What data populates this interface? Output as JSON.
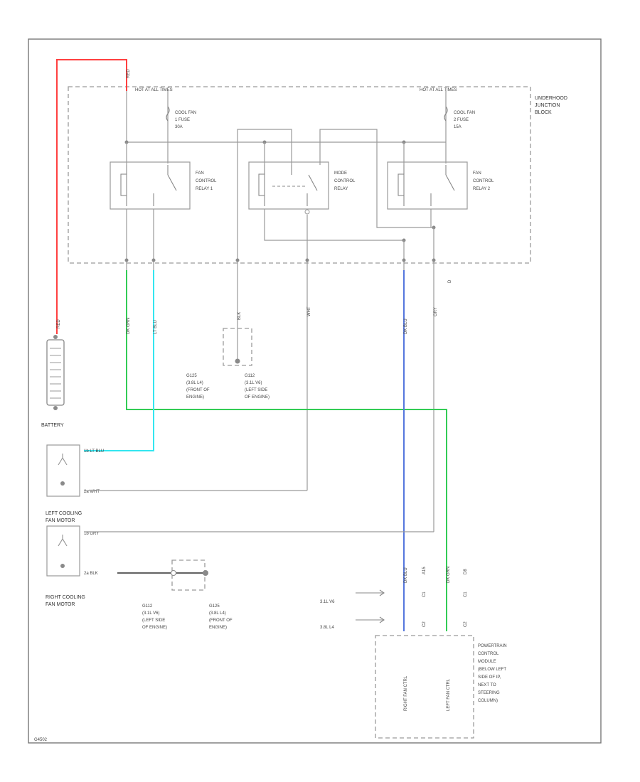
{
  "colors": {
    "background": "#ffffff",
    "wire_default": "#9a9a9a",
    "wire_red": "#ff4040",
    "wire_green": "#33cc55",
    "wire_cyan": "#33e6f0",
    "wire_blue": "#5577dd"
  },
  "underhood_block": {
    "label_line1": "UNDERHOOD",
    "label_line2": "JUNCTION",
    "label_line3": "BLOCK",
    "hot_left": "HOT AT ALL TIMES",
    "hot_right": "HOT AT ALL TIMES"
  },
  "fuses": {
    "fuse1": {
      "line1": "COOL FAN",
      "line2": "1 FUSE",
      "line3": "30A"
    },
    "fuse2": {
      "line1": "COOL FAN",
      "line2": "2 FUSE",
      "line3": "15A"
    }
  },
  "relays": {
    "relay1": {
      "line1": "FAN",
      "line2": "CONTROL",
      "line3": "RELAY 1"
    },
    "mode": {
      "line1": "MODE",
      "line2": "CONTROL",
      "line3": "RELAY"
    },
    "relay2": {
      "line1": "FAN",
      "line2": "CONTROL",
      "line3": "RELAY 2"
    }
  },
  "wires": {
    "red": "RED",
    "red_bat": "RED",
    "dk_grn": "DK GRN",
    "lt_blu": "LT BLU",
    "blk": "BLK",
    "wht": "WHT",
    "dk_blu": "DK BLU",
    "gry": "GRY",
    "d": "D"
  },
  "battery": {
    "label": "BATTERY"
  },
  "grounds": {
    "g125_top": {
      "line1": "G125",
      "line2": "(3.8L L4)",
      "line3": "(FRONT OF",
      "line4": "ENGINE)"
    },
    "g112_top": {
      "line1": "G112",
      "line2": "(3.1L V6)",
      "line3": "(LEFT SIDE",
      "line4": "OF ENGINE)"
    },
    "g112_bot": {
      "line1": "G112",
      "line2": "(3.1L V6)",
      "line3": "(LEFT SIDE",
      "line4": "OF ENGINE)"
    },
    "g125_bot": {
      "line1": "G125",
      "line2": "(3.8L L4)",
      "line3": "(FRONT OF",
      "line4": "ENGINE)"
    }
  },
  "left_fan": {
    "label_line1": "LEFT COOLING",
    "label_line2": "FAN MOTOR",
    "pin1": "1b  LT BLU",
    "pin2": "2a  WHT"
  },
  "right_fan": {
    "label_line1": "RIGHT COOLING",
    "label_line2": "FAN MOTOR",
    "pin1": "1b  GRY",
    "pin2": "2a  BLK"
  },
  "pcm": {
    "line1": "POWERTRAIN",
    "line2": "CONTROL",
    "line3": "MODULE",
    "line4": "(BELOW LEFT",
    "line5": "SIDE OF IP,",
    "line6": "NEXT TO",
    "line7": "STEERING",
    "line8": "COLUMN)",
    "right_fan_ctrl": "RIGHT FAN CTRL",
    "left_fan_ctrl": "LEFT FAN CTRL",
    "engine_v6": "3.1L V6",
    "engine_l4": "3.8L L4",
    "wire_dk_blu": "DK BLU",
    "wire_dk_grn": "DK GRN",
    "pin_a15": "A15",
    "pin_d8": "D8",
    "pin_c1": "C1",
    "pin_c2": "C2",
    "pin_c1b": "C1",
    "pin_c2b": "C2"
  },
  "footer": {
    "code": "G4502"
  }
}
